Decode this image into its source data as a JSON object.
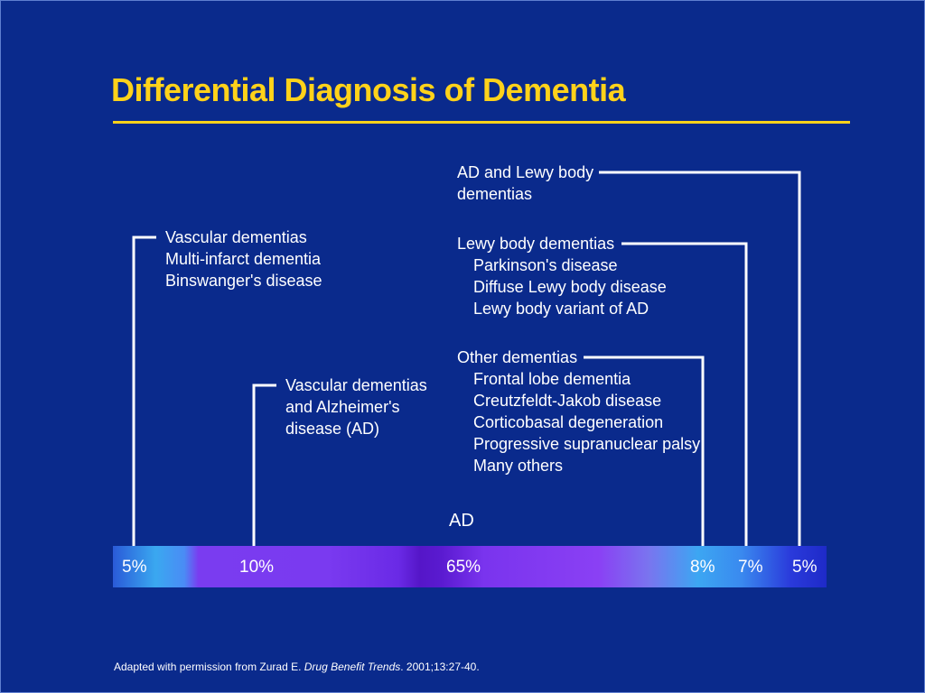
{
  "title": "Differential Diagnosis of Dementia",
  "groups": {
    "vascular": {
      "lines": [
        "Vascular dementias",
        "Multi-infarct dementia",
        "Binswanger's disease"
      ],
      "percent": "5%"
    },
    "mixed": {
      "lines": [
        "Vascular dementias",
        "and Alzheimer's",
        "disease (AD)"
      ],
      "percent": "10%"
    },
    "ad": {
      "label": "AD",
      "percent": "65%"
    },
    "other": {
      "heading": "Other dementias",
      "items": [
        "Frontal lobe dementia",
        "Creutzfeldt-Jakob disease",
        "Corticobasal degeneration",
        "Progressive supranuclear palsy",
        "Many others"
      ],
      "percent": "8%"
    },
    "lewy": {
      "heading": "Lewy body dementias",
      "items": [
        "Parkinson's disease",
        "Diffuse Lewy body disease",
        "Lewy body variant of AD"
      ],
      "percent": "7%"
    },
    "ad_lewy": {
      "lines": [
        "AD and Lewy body",
        "dementias"
      ],
      "percent": "5%"
    }
  },
  "credit": {
    "prefix": "Adapted with permission from Zurad E. ",
    "journal": "Drug Benefit Trends",
    "suffix": ". 2001;13:27-40."
  },
  "colors": {
    "background": "#0a2a8c",
    "title": "#ffd21a",
    "text": "#ffffff"
  }
}
